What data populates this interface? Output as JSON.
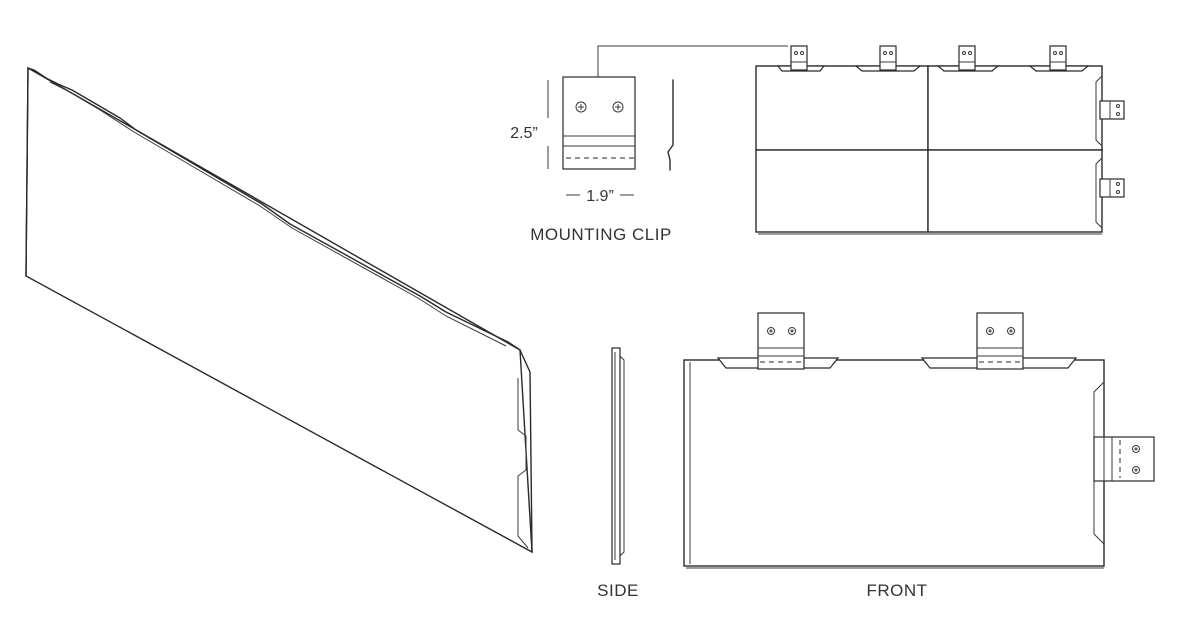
{
  "labels": {
    "mounting_clip": "MOUNTING CLIP",
    "side": "SIDE",
    "front": "FRONT"
  },
  "dimensions": {
    "height": "2.5”",
    "width": "1.9”"
  },
  "colors": {
    "line": "#2a2a2a",
    "text": "#333333",
    "background": "#ffffff"
  }
}
